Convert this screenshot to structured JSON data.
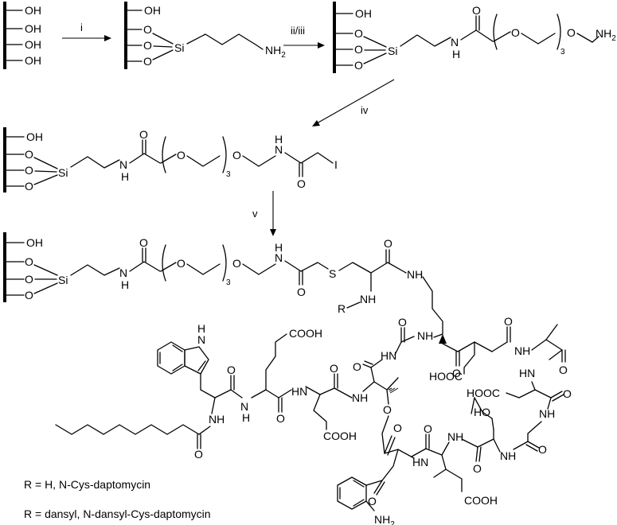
{
  "atoms": {
    "OH": "OH",
    "O": "O",
    "Si": "Si",
    "NH": "NH",
    "NH2": "NH",
    "sub2": "2",
    "sub3": "3",
    "N": "N",
    "H": "H",
    "I": "I",
    "S": "S",
    "R": "R",
    "COOH": "COOH",
    "HOOC": "HOOC",
    "HO": "HO",
    "HN": "HN"
  },
  "reagents": {
    "step1": "i",
    "step2": "ii/iii",
    "step3": "iv",
    "step4": "v"
  },
  "legend": {
    "line1": "R = H, N-Cys-daptomycin",
    "line2": "R = dansyl, N-dansyl-Cys-daptomycin"
  }
}
